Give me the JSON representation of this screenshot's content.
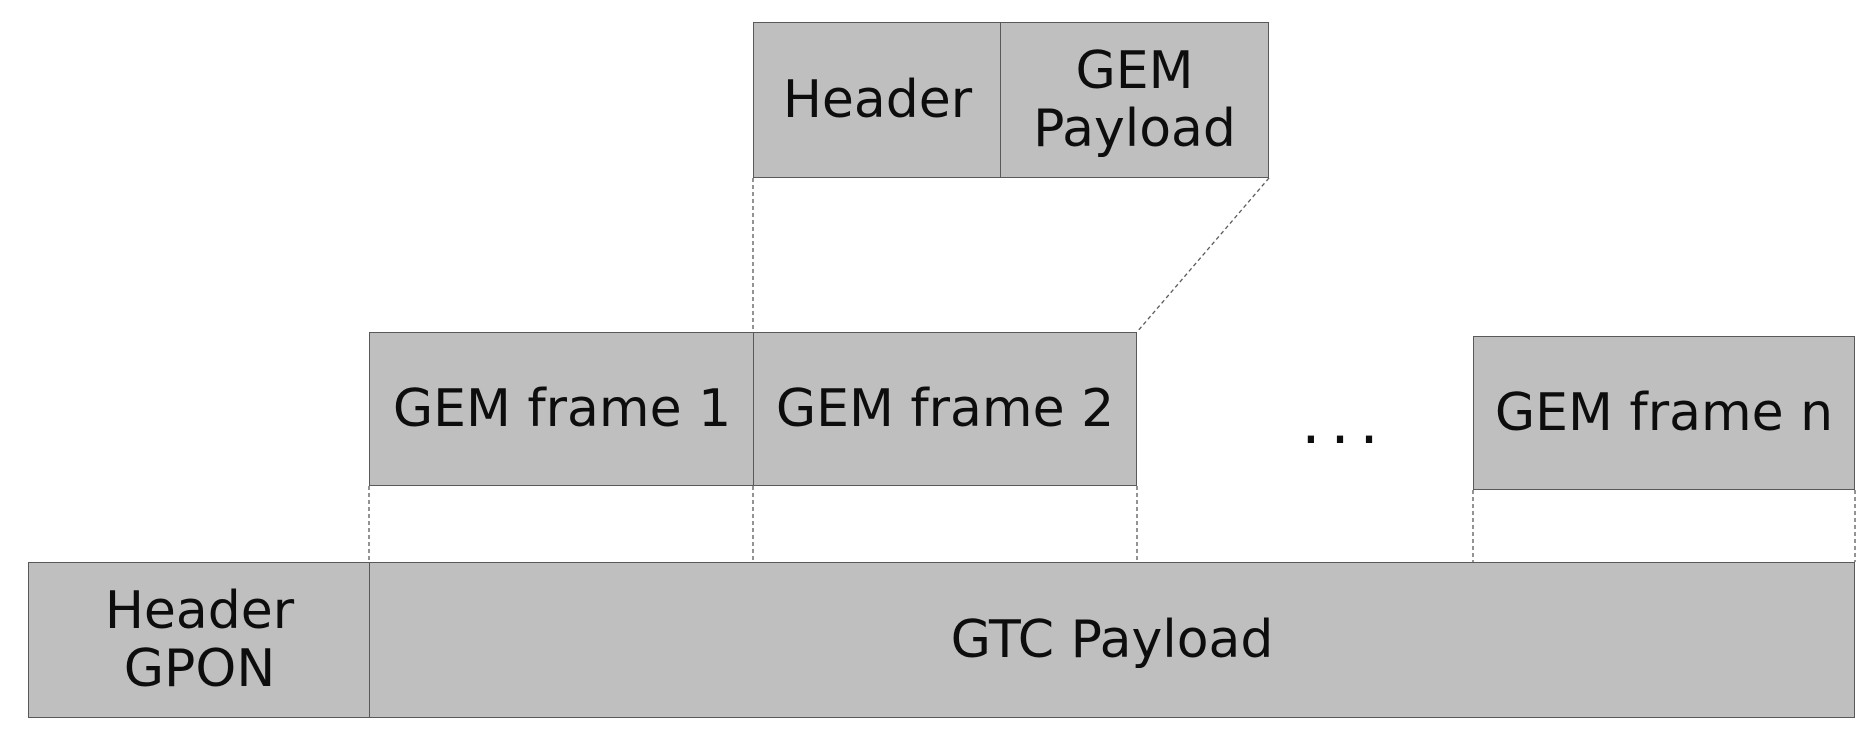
{
  "gem_frame_detail": {
    "header_label": "Header",
    "payload_line1": "GEM",
    "payload_line2": "Payload"
  },
  "gem_frames": {
    "frame_1": "GEM frame 1",
    "frame_2": "GEM frame 2",
    "ellipsis": "...",
    "frame_n": "GEM frame n"
  },
  "gtc_frame": {
    "header_line1": "Header",
    "header_line2": "GPON",
    "payload_label": "GTC Payload"
  },
  "colors": {
    "box_fill": "#bfbfbf",
    "box_border": "#595959",
    "text": "#0d0d0d"
  }
}
